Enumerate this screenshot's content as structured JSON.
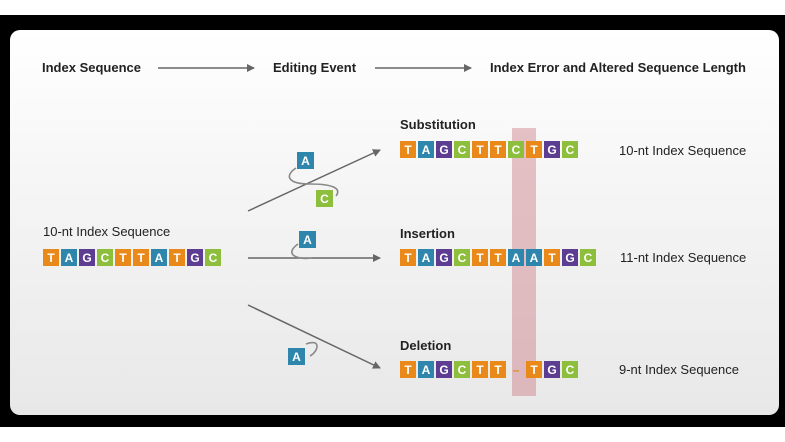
{
  "headers": {
    "index_sequence": "Index Sequence",
    "editing_event": "Editing Event",
    "outcome": "Index Error and Altered Sequence Length"
  },
  "original": {
    "label": "10-nt Index Sequence",
    "bases": [
      "T",
      "A",
      "G",
      "C",
      "T",
      "T",
      "A",
      "T",
      "G",
      "C"
    ]
  },
  "events": {
    "substitution": {
      "title": "Substitution",
      "removed_nt": "A",
      "inserted_nt": "C",
      "bases": [
        "T",
        "A",
        "G",
        "C",
        "T",
        "T",
        "C",
        "T",
        "G",
        "C"
      ],
      "length_label": "10-nt Index Sequence"
    },
    "insertion": {
      "title": "Insertion",
      "inserted_nt": "A",
      "bases": [
        "T",
        "A",
        "G",
        "C",
        "T",
        "T",
        "A",
        "A",
        "T",
        "G",
        "C"
      ],
      "length_label": "11-nt Index Sequence"
    },
    "deletion": {
      "title": "Deletion",
      "removed_nt": "A",
      "bases": [
        "T",
        "A",
        "G",
        "C",
        "T",
        "T",
        "–",
        "T",
        "G",
        "C"
      ],
      "length_label": "9-nt Index Sequence"
    }
  },
  "colors": {
    "T": "#e8891a",
    "A": "#2f86ad",
    "G": "#5d3d91",
    "C": "#8dbe3c",
    "gap": "#e8891a",
    "highlight": "#cd7d87",
    "arrow": "#666666",
    "text": "#222222"
  }
}
